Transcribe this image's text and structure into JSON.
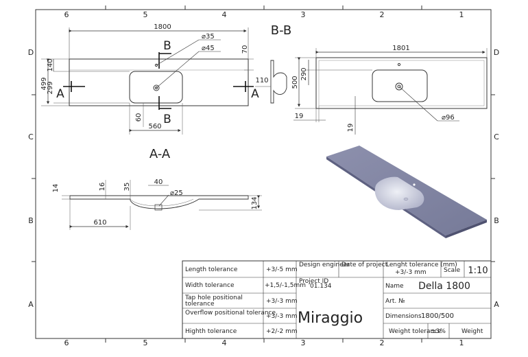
{
  "frame": {
    "cols_top": [
      "6",
      "5",
      "4",
      "3",
      "2",
      "1"
    ],
    "cols_bottom": [
      "6",
      "5",
      "4",
      "3",
      "2",
      "1"
    ],
    "rows_left": [
      "D",
      "C",
      "B",
      "A"
    ],
    "rows_right": [
      "D",
      "C",
      "B",
      "A"
    ]
  },
  "top_view": {
    "dim_length": "1800",
    "dim_width": "499",
    "dim_140": "140",
    "dim_299": "299",
    "dim_70": "70",
    "dim_60": "60",
    "dim_560": "560",
    "hole_35": "35",
    "hole_45": "45",
    "section_a_left": "A",
    "section_a_right": "A",
    "section_b_top": "B",
    "section_b_bottom": "B"
  },
  "side_view": {
    "dim_110": "110"
  },
  "section_bb": {
    "title": "B-B",
    "dim_length": "1801",
    "dim_500": "500",
    "dim_290": "290",
    "dim_19_left": "19",
    "dim_19_bottom": "19",
    "hole_96": "96"
  },
  "section_aa": {
    "title": "A-A",
    "dim_14": "14",
    "dim_16": "16",
    "dim_35": "35",
    "dim_40": "40",
    "hole_25": "25",
    "dim_134": "134",
    "dim_610": "610"
  },
  "title_block": {
    "tolerances": [
      {
        "label": "Length tolerance",
        "value": "+3/-5 mm"
      },
      {
        "label": "Width tolerance",
        "value": "+1,5/-1,5mm"
      },
      {
        "label": "Tap hole positional tolerance",
        "value": "+3/-3 mm"
      },
      {
        "label": "Overflow positional tolerance",
        "value": "+3/-3 mm"
      },
      {
        "label": "Highth tolerance",
        "value": "+2/-2 mm"
      }
    ],
    "design_engineer_label": "Design engineer",
    "date_label": "Date of project",
    "project_id_label": "Project ID",
    "project_id_value": "01.134",
    "brand": "Miraggio",
    "length_tol_label": "Lenght tolerance (mm)",
    "length_tol_value": "+3/-3 mm",
    "scale_label": "Scale",
    "scale_value": "1:10",
    "name_label": "Name",
    "name_value": "Della 1800",
    "art_label": "Art. №",
    "dimensions_label": "Dimensions",
    "dimensions_value": "1800/500",
    "weight_tol_label": "Weight tolerance",
    "weight_tol_value": "±3%",
    "weight_label": "Weight"
  }
}
